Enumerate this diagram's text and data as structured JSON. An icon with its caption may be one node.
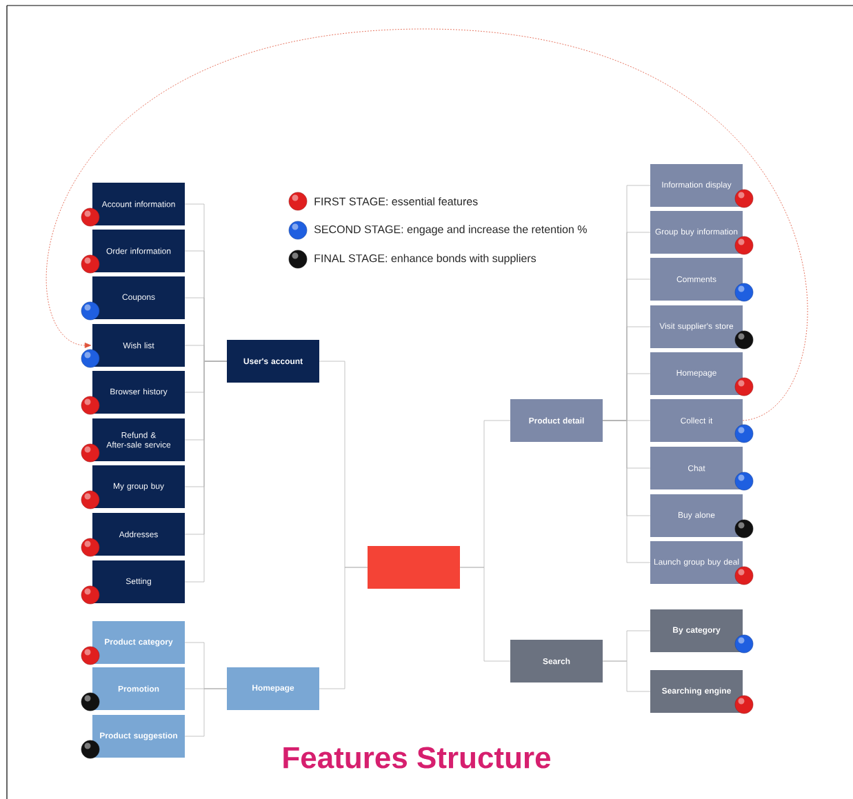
{
  "diagram": {
    "title": "Features Structure",
    "nodes": [
      {
        "text": [],
        "shape": "box"
      },
      {
        "text": [
          "User's account"
        ]
      },
      {
        "text": [
          "Account information"
        ]
      },
      {
        "text": [
          "Order information"
        ]
      },
      {
        "text": [
          "Coupons"
        ]
      },
      {
        "text": [
          "Wish list"
        ]
      },
      {
        "text": [
          "Browser history"
        ]
      },
      {
        "text": [
          "Refund & After-sale service"
        ]
      },
      {
        "text": [
          "My group buy"
        ]
      },
      {
        "text": [
          "Addresses"
        ]
      },
      {
        "text": [
          "Setting"
        ]
      },
      {
        "text": [
          "Homepage"
        ]
      },
      {
        "text": [
          "Product category"
        ]
      },
      {
        "text": [
          "Promotion"
        ]
      },
      {
        "text": [
          "Product suggestion"
        ]
      },
      {
        "text": [
          "Product detail"
        ]
      },
      {
        "text": [
          "Information display"
        ]
      },
      {
        "text": [
          "Group buy information"
        ]
      },
      {
        "text": [
          "Comments"
        ]
      },
      {
        "text": [
          "Visit supplier's store"
        ]
      },
      {
        "text": [
          "Homepage"
        ]
      },
      {
        "text": [
          "Collect it"
        ]
      },
      {
        "text": [
          "Chat"
        ]
      },
      {
        "text": [
          "Buy alone"
        ]
      },
      {
        "text": [
          "Launch group buy deal"
        ]
      },
      {
        "text": [
          "Search"
        ]
      },
      {
        "text": [
          "By category"
        ]
      },
      {
        "text": [
          "Searching engine"
        ]
      }
    ],
    "edges": [
      {
        "from": 0,
        "to": 1,
        "arrow": "none"
      },
      {
        "from": 0,
        "to": 11,
        "arrow": "none"
      },
      {
        "from": 0,
        "to": 15,
        "arrow": "none"
      },
      {
        "from": 0,
        "to": 25,
        "arrow": "none"
      },
      {
        "from": 1,
        "to": 2,
        "arrow": "none"
      },
      {
        "from": 1,
        "to": 3,
        "arrow": "none"
      },
      {
        "from": 1,
        "to": 4,
        "arrow": "none"
      },
      {
        "from": 1,
        "to": 5,
        "arrow": "none"
      },
      {
        "from": 1,
        "to": 6,
        "arrow": "none"
      },
      {
        "from": 1,
        "to": 7,
        "arrow": "none"
      },
      {
        "from": 1,
        "to": 8,
        "arrow": "none"
      },
      {
        "from": 1,
        "to": 9,
        "arrow": "none"
      },
      {
        "from": 1,
        "to": 10,
        "arrow": "none"
      },
      {
        "from": 11,
        "to": 12,
        "arrow": "none"
      },
      {
        "from": 11,
        "to": 13,
        "arrow": "none"
      },
      {
        "from": 11,
        "to": 14,
        "arrow": "none"
      },
      {
        "from": 15,
        "to": 16,
        "arrow": "none"
      },
      {
        "from": 15,
        "to": 17,
        "arrow": "none"
      },
      {
        "from": 15,
        "to": 18,
        "arrow": "none"
      },
      {
        "from": 15,
        "to": 19,
        "arrow": "none"
      },
      {
        "from": 15,
        "to": 20,
        "arrow": "none"
      },
      {
        "from": 15,
        "to": 21,
        "arrow": "none"
      },
      {
        "from": 15,
        "to": 22,
        "arrow": "none"
      },
      {
        "from": 15,
        "to": 23,
        "arrow": "none"
      },
      {
        "from": 15,
        "to": 24,
        "arrow": "none"
      },
      {
        "from": 25,
        "to": 26,
        "arrow": "none"
      },
      {
        "from": 25,
        "to": 27,
        "arrow": "none"
      },
      {
        "from": 21,
        "to": 5,
        "arrow": "to",
        "style": "dashed",
        "color": "#e0533a"
      }
    ],
    "legend": [
      {
        "text": "FIRST STAGE: essential features",
        "color": "#e01f1f"
      },
      {
        "text": "SECOND STAGE: engage and increase the retention %",
        "color": "#1f5fe0"
      },
      {
        "text": "FINAL STAGE: enhance bonds with suppliers",
        "color": "#111111"
      }
    ]
  }
}
